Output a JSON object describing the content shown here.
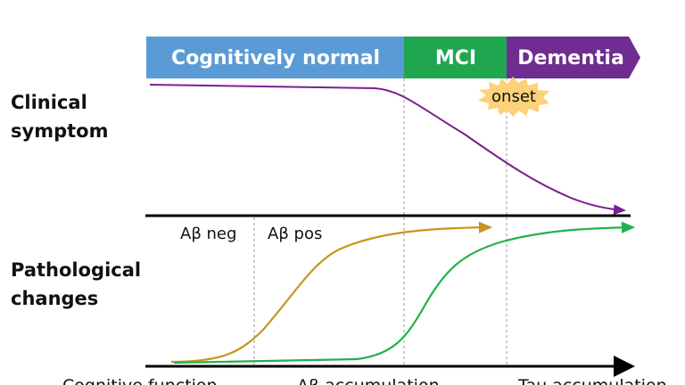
{
  "stages": [
    {
      "label": "Cognitively normal",
      "color": "#5b9bd5"
    },
    {
      "label": "MCI",
      "color": "#1fa64f"
    },
    {
      "label": "Dementia",
      "color": "#6f2c91"
    }
  ],
  "onset_label": "onset",
  "row_labels": {
    "clinical": [
      "Clinical",
      "symptom"
    ],
    "pathological": [
      "Pathological",
      "changes"
    ]
  },
  "abeta_labels": {
    "neg": "Aβ neg",
    "pos": "Aβ pos"
  },
  "legend": [
    {
      "label": "Cognitive function",
      "color": "#7b1f8f"
    },
    {
      "label": "Aβ accumulation",
      "color": "#c8961e"
    },
    {
      "label": "Tau accumulation",
      "color": "#22b14c"
    }
  ]
}
